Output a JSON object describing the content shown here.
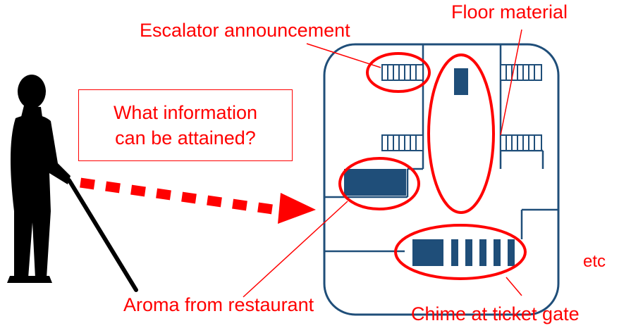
{
  "question": {
    "line1": "What information",
    "line2": "can be attained?"
  },
  "labels": {
    "escalator": "Escalator announcement",
    "floor": "Floor material",
    "aroma": "Aroma from restaurant",
    "chime": "Chime at ticket gate",
    "etc": "etc"
  },
  "colors": {
    "accent": "#ff0000",
    "station": "#1f4e79",
    "figure": "#000000"
  }
}
